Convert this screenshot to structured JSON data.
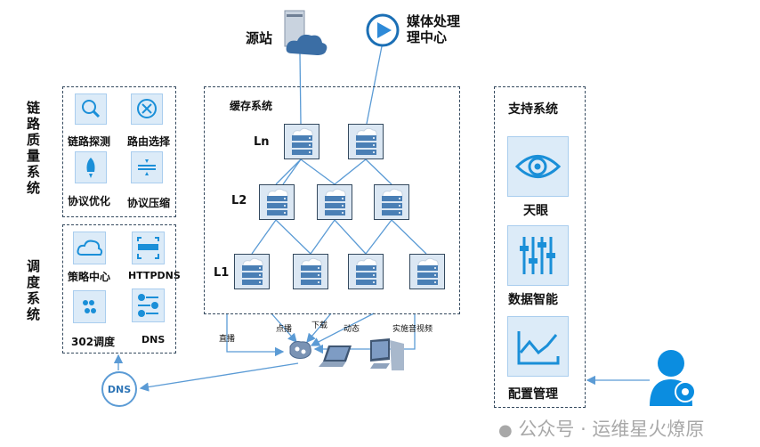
{
  "top": {
    "origin_label": "源站",
    "media_label_line1": "媒体处理",
    "media_label_line2": "理中心"
  },
  "cache": {
    "title": "缓存系统",
    "levels": [
      "Ln",
      "L2",
      "L1"
    ]
  },
  "link_quality": {
    "title": "链路质量系统",
    "items": [
      "链路探测",
      "路由选择",
      "协议优化",
      "协议压缩"
    ]
  },
  "scheduling": {
    "title": "调度系统",
    "items": [
      "策略中心",
      "HTTPDNS",
      "302调度",
      "DNS"
    ]
  },
  "dns_node": "DNS",
  "traffic": {
    "live": "直播",
    "vod": "点播",
    "download": "下载",
    "dynamic": "动态",
    "rtc": "实施音视频"
  },
  "support": {
    "title": "支持系统",
    "items": [
      "天眼",
      "数据智能",
      "配置管理"
    ]
  },
  "watermark": "公众号 · 运维星火燎原",
  "colors": {
    "accent": "#1a8fd8",
    "line": "#5b9bd5",
    "tile": "#dcebf8",
    "server": "#4a7fb5"
  }
}
